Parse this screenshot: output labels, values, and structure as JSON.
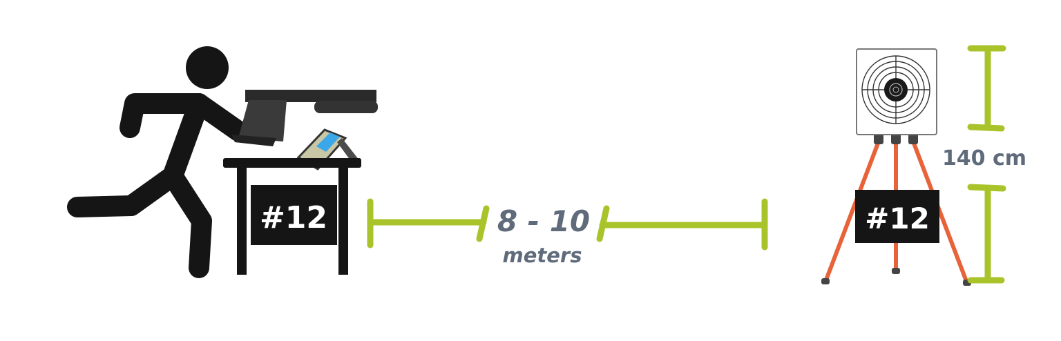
{
  "shooter_lane": {
    "label": "#12"
  },
  "target_lane": {
    "label": "#12"
  },
  "distance": {
    "value": "8 - 10",
    "unit": "meters"
  },
  "target_height": {
    "value": "140 cm"
  },
  "colors": {
    "dimension": "#a9c42a",
    "dimension_text": "#5f6b7a",
    "tripod": "#e8623a",
    "sign": "#151515"
  }
}
